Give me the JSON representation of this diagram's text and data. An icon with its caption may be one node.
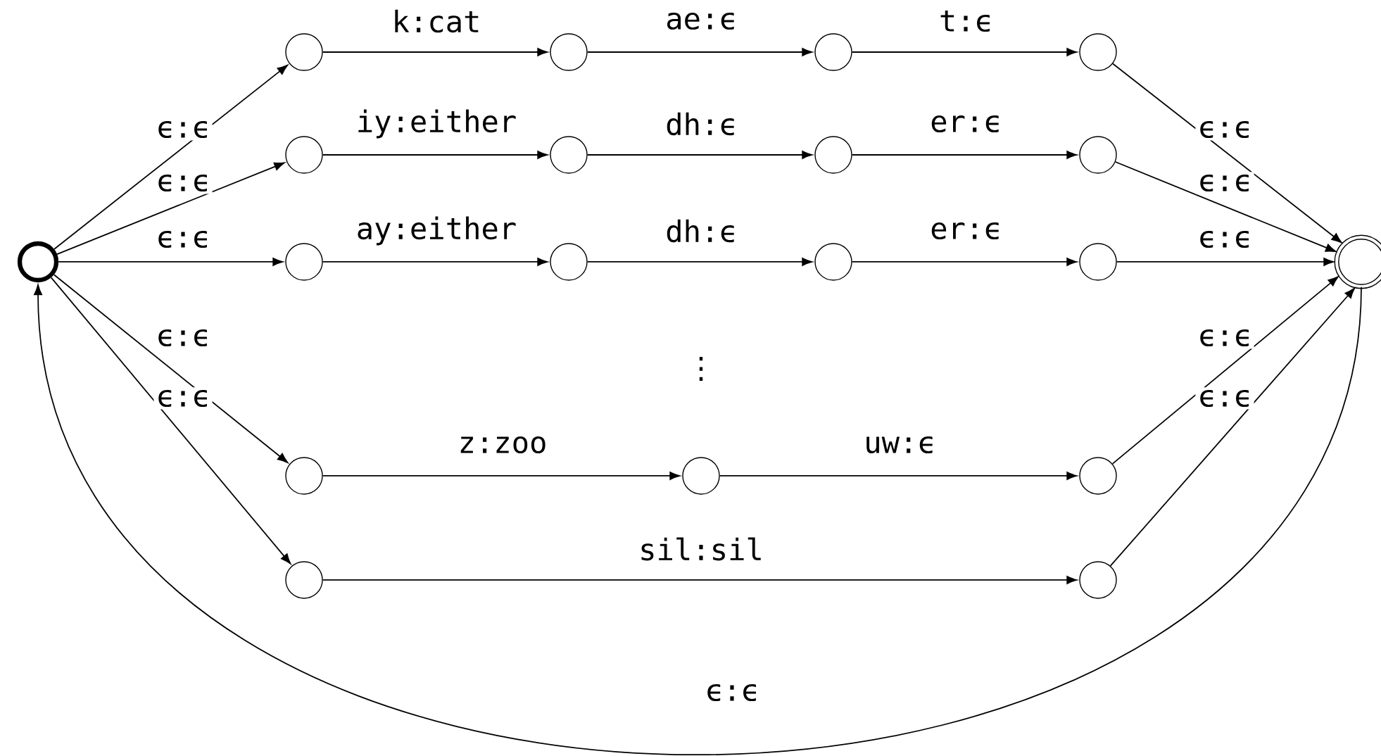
{
  "diagram": {
    "nodes": [
      {
        "text": [],
        "shape": "circle"
      },
      {
        "text": [],
        "shape": "circle"
      },
      {
        "text": [],
        "shape": "circle"
      },
      {
        "text": [],
        "shape": "circle"
      },
      {
        "text": [],
        "shape": "circle"
      },
      {
        "text": [],
        "shape": "circle"
      },
      {
        "text": [],
        "shape": "circle"
      },
      {
        "text": [],
        "shape": "circle"
      },
      {
        "text": [],
        "shape": "circle"
      },
      {
        "text": [],
        "shape": "circle"
      },
      {
        "text": [],
        "shape": "circle"
      },
      {
        "text": [],
        "shape": "circle"
      },
      {
        "text": [],
        "shape": "circle"
      },
      {
        "text": [],
        "shape": "circle"
      },
      {
        "text": [],
        "shape": "circle"
      },
      {
        "text": [],
        "shape": "circle"
      },
      {
        "text": [],
        "shape": "circle"
      },
      {
        "text": [],
        "shape": "circle"
      },
      {
        "text": [],
        "shape": "circle"
      }
    ],
    "edges": [
      {
        "from": 0,
        "to": 1,
        "arrow": "to",
        "label": "ϵ:ϵ"
      },
      {
        "from": 0,
        "to": 5,
        "arrow": "to",
        "label": "ϵ:ϵ"
      },
      {
        "from": 0,
        "to": 9,
        "arrow": "to",
        "label": "ϵ:ϵ"
      },
      {
        "from": 0,
        "to": 13,
        "arrow": "to",
        "label": "ϵ:ϵ"
      },
      {
        "from": 0,
        "to": 16,
        "arrow": "to",
        "label": "ϵ:ϵ"
      },
      {
        "from": 1,
        "to": 2,
        "arrow": "to",
        "label": "k:cat"
      },
      {
        "from": 2,
        "to": 3,
        "arrow": "to",
        "label": "ae:ϵ"
      },
      {
        "from": 3,
        "to": 4,
        "arrow": "to",
        "label": "t:ϵ"
      },
      {
        "from": 5,
        "to": 6,
        "arrow": "to",
        "label": "iy:either"
      },
      {
        "from": 6,
        "to": 7,
        "arrow": "to",
        "label": "dh:ϵ"
      },
      {
        "from": 7,
        "to": 8,
        "arrow": "to",
        "label": "er:ϵ"
      },
      {
        "from": 9,
        "to": 10,
        "arrow": "to",
        "label": "ay:either"
      },
      {
        "from": 10,
        "to": 11,
        "arrow": "to",
        "label": "dh:ϵ"
      },
      {
        "from": 11,
        "to": 12,
        "arrow": "to",
        "label": "er:ϵ"
      },
      {
        "from": 13,
        "to": 14,
        "arrow": "to",
        "label": "z:zoo"
      },
      {
        "from": 14,
        "to": 15,
        "arrow": "to",
        "label": "uw:ϵ"
      },
      {
        "from": 16,
        "to": 17,
        "arrow": "to",
        "label": "sil:sil"
      },
      {
        "from": 4,
        "to": 18,
        "arrow": "to",
        "label": "ϵ:ϵ"
      },
      {
        "from": 8,
        "to": 18,
        "arrow": "to",
        "label": "ϵ:ϵ"
      },
      {
        "from": 12,
        "to": 18,
        "arrow": "to",
        "label": "ϵ:ϵ"
      },
      {
        "from": 15,
        "to": 18,
        "arrow": "to",
        "label": "ϵ:ϵ"
      },
      {
        "from": 17,
        "to": 18,
        "arrow": "to",
        "label": "ϵ:ϵ"
      },
      {
        "from": 18,
        "to": 0,
        "arrow": "to",
        "label": "ϵ:ϵ"
      }
    ],
    "labels": [
      "⋮"
    ]
  }
}
